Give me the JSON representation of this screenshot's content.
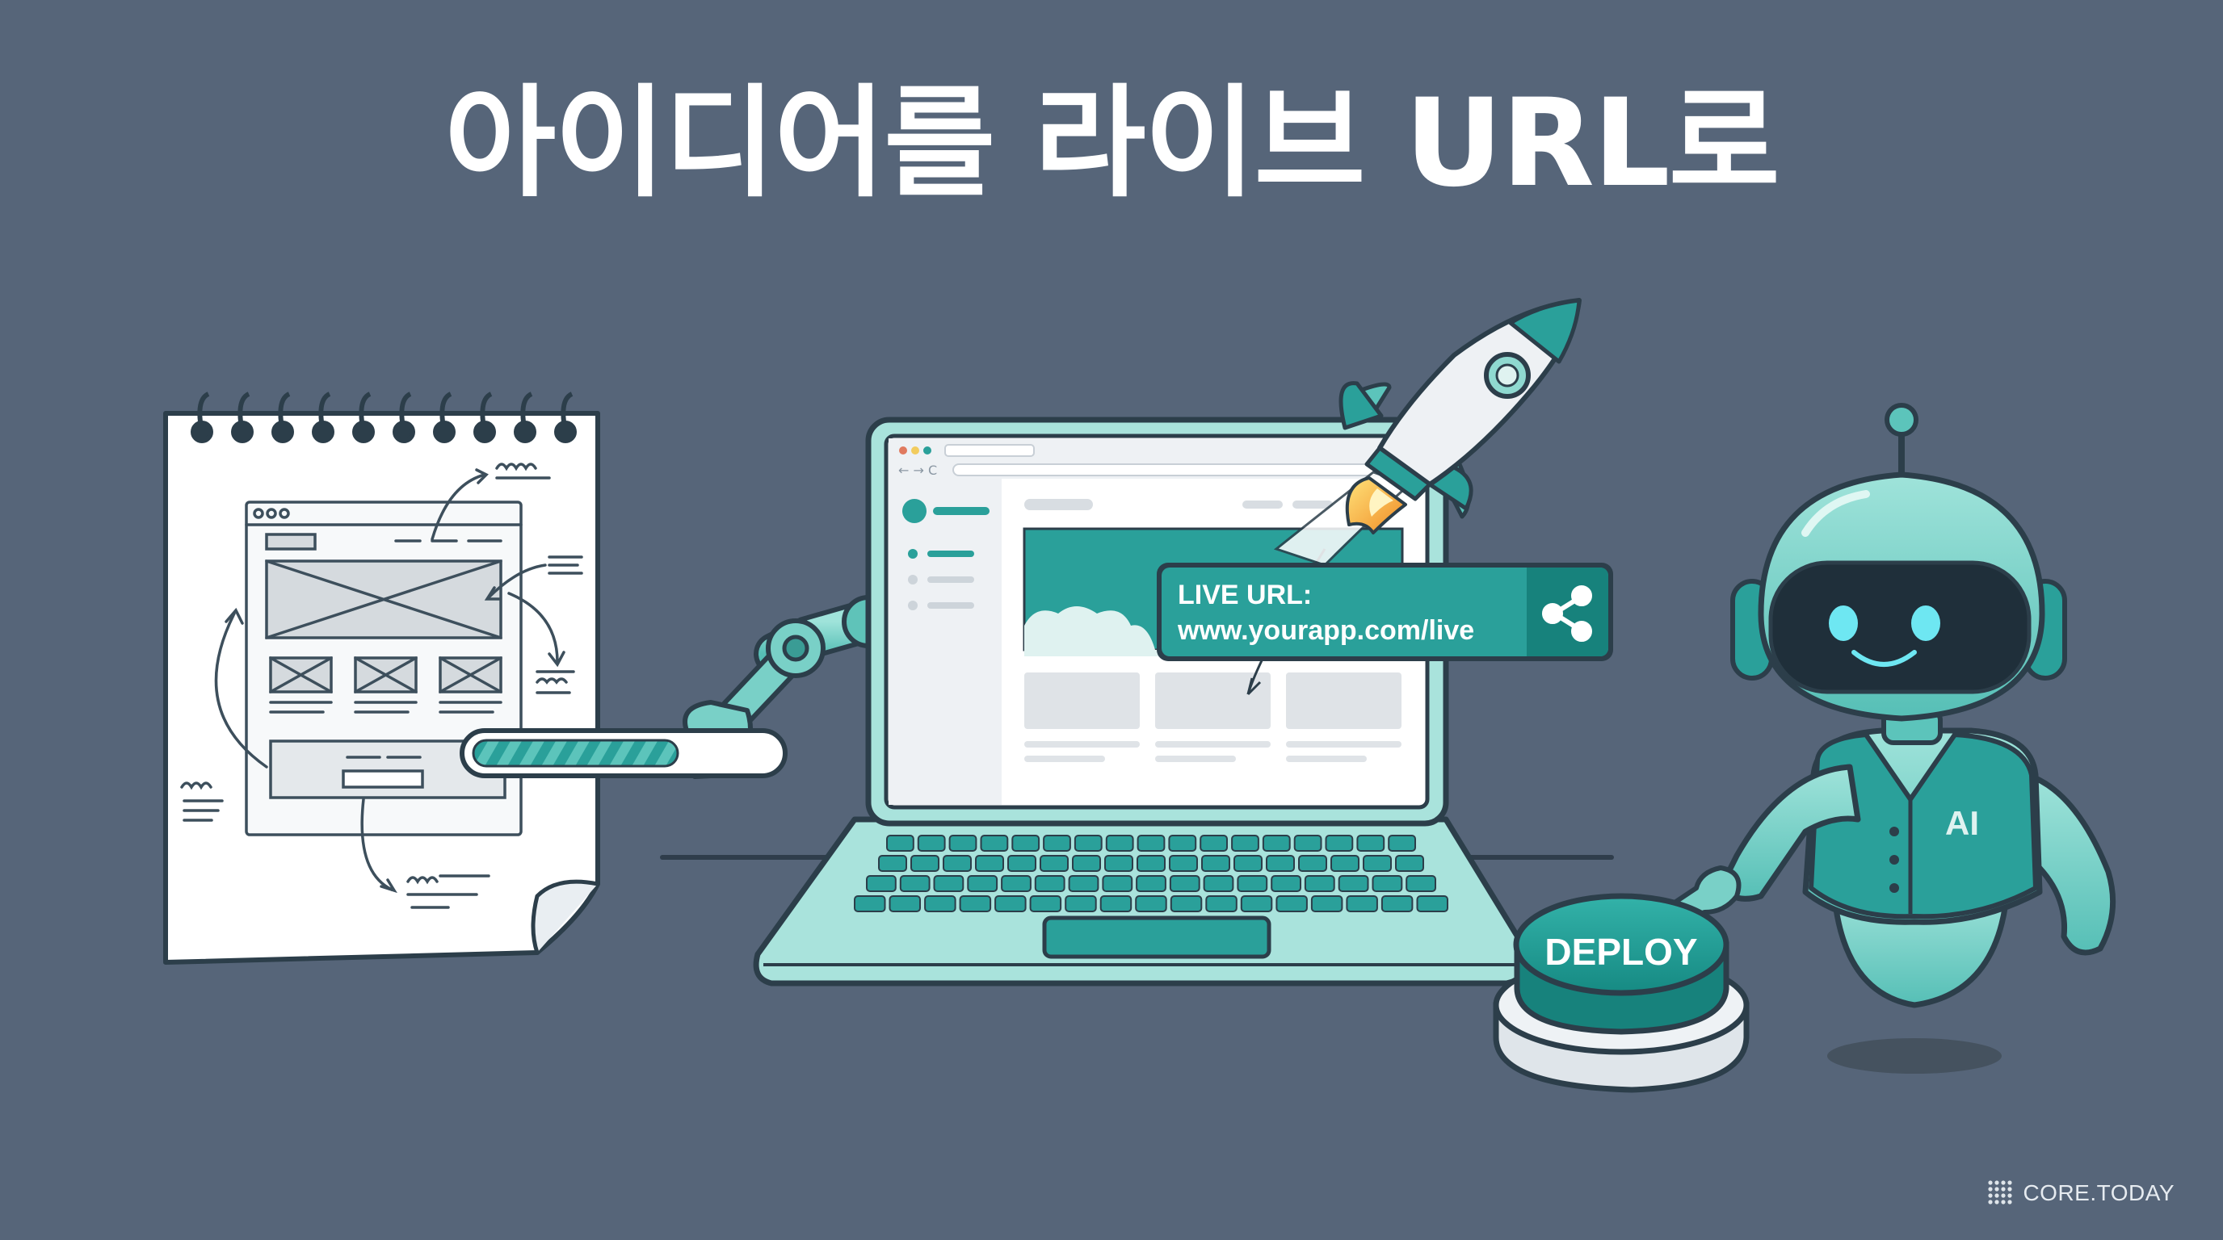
{
  "title": "아이디어를 라이브 URL로",
  "live_url": {
    "label": "LIVE URL:",
    "url": "www.yourapp.com/live"
  },
  "robot": {
    "badge": "AI"
  },
  "deploy_button": {
    "label": "DEPLOY"
  },
  "brand": {
    "name": "CORE.TODAY"
  },
  "progress": {
    "fraction": 0.68
  },
  "colors": {
    "background": "#566579",
    "teal": "#2aa09a",
    "teal_dark": "#147d78",
    "mint": "#8fd9d0",
    "outline": "#2c3e4a",
    "paper": "#ffffff"
  },
  "icons": [
    "share-icon",
    "rocket-icon",
    "browser-dots-icon",
    "brand-dots-icon"
  ]
}
